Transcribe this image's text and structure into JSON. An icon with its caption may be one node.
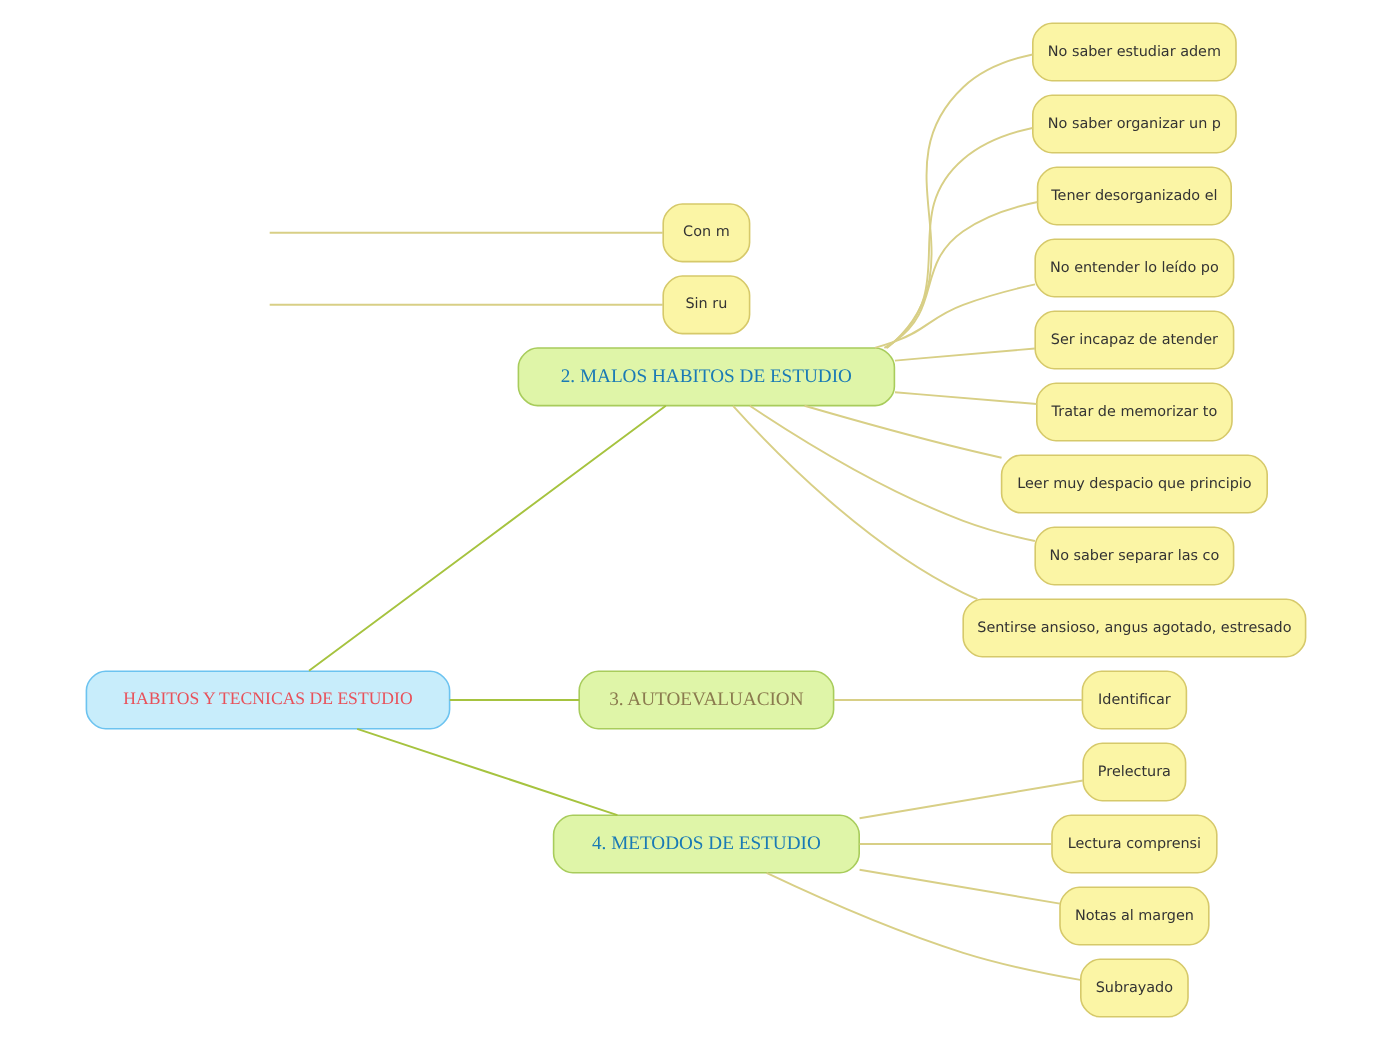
{
  "diagram": {
    "nodes": [
      {
        "text": [
          "HABITOS Y TECNICAS DE ESTUDIO"
        ]
      },
      {
        "text": [
          "2. MALOS HABITOS DE ESTUDIO"
        ]
      },
      {
        "text": [
          "No saber estudiar adem"
        ]
      },
      {
        "text": [
          "No saber organizar un p"
        ]
      },
      {
        "text": [
          "Tener desorganizado el"
        ]
      },
      {
        "text": [
          "No entender lo leído po"
        ]
      },
      {
        "text": [
          "Ser incapaz de atender"
        ]
      },
      {
        "text": [
          "Tratar de memorizar to"
        ]
      },
      {
        "text": [
          "Leer muy despacio que principio"
        ]
      },
      {
        "text": [
          "No saber separar las co"
        ]
      },
      {
        "text": [
          "Sentirse ansioso, angus agotado, estresado"
        ]
      },
      {
        "text": [
          "3. AUTOEVALUACION"
        ]
      },
      {
        "text": [
          "Identificar"
        ]
      },
      {
        "text": [
          "4. METODOS DE ESTUDIO"
        ]
      },
      {
        "text": [
          "Prelectura"
        ]
      },
      {
        "text": [
          "Lectura comprensi"
        ]
      },
      {
        "text": [
          "Notas al margen"
        ]
      },
      {
        "text": [
          "Subrayado"
        ]
      },
      {
        "text": [
          "Sin ru"
        ]
      },
      {
        "text": [
          "Con m"
        ]
      }
    ],
    "edges": [
      {
        "from": null,
        "to": 18,
        "arrow": "none"
      },
      {
        "from": null,
        "to": 19,
        "arrow": "none"
      },
      {
        "from": 0,
        "to": 1,
        "arrow": "none",
        "color": "#a6c33f"
      },
      {
        "from": 1,
        "to": 2,
        "arrow": "none"
      },
      {
        "from": 1,
        "to": 3,
        "arrow": "none"
      },
      {
        "from": 1,
        "to": 4,
        "arrow": "none"
      },
      {
        "from": 1,
        "to": 5,
        "arrow": "none"
      },
      {
        "from": 1,
        "to": 6,
        "arrow": "none"
      },
      {
        "from": 1,
        "to": 7,
        "arrow": "none"
      },
      {
        "from": 1,
        "to": 8,
        "arrow": "none"
      },
      {
        "from": 1,
        "to": 9,
        "arrow": "none"
      },
      {
        "from": 1,
        "to": 10,
        "arrow": "none"
      },
      {
        "from": 0,
        "to": 11,
        "arrow": "none",
        "color": "#a6c33f"
      },
      {
        "from": 11,
        "to": 12,
        "arrow": "none"
      },
      {
        "from": 0,
        "to": 13,
        "arrow": "none",
        "color": "#a6c33f"
      },
      {
        "from": 13,
        "to": 14,
        "arrow": "none"
      },
      {
        "from": 13,
        "to": 15,
        "arrow": "none"
      },
      {
        "from": 13,
        "to": 16,
        "arrow": "none"
      },
      {
        "from": 13,
        "to": 17,
        "arrow": "none"
      }
    ]
  }
}
